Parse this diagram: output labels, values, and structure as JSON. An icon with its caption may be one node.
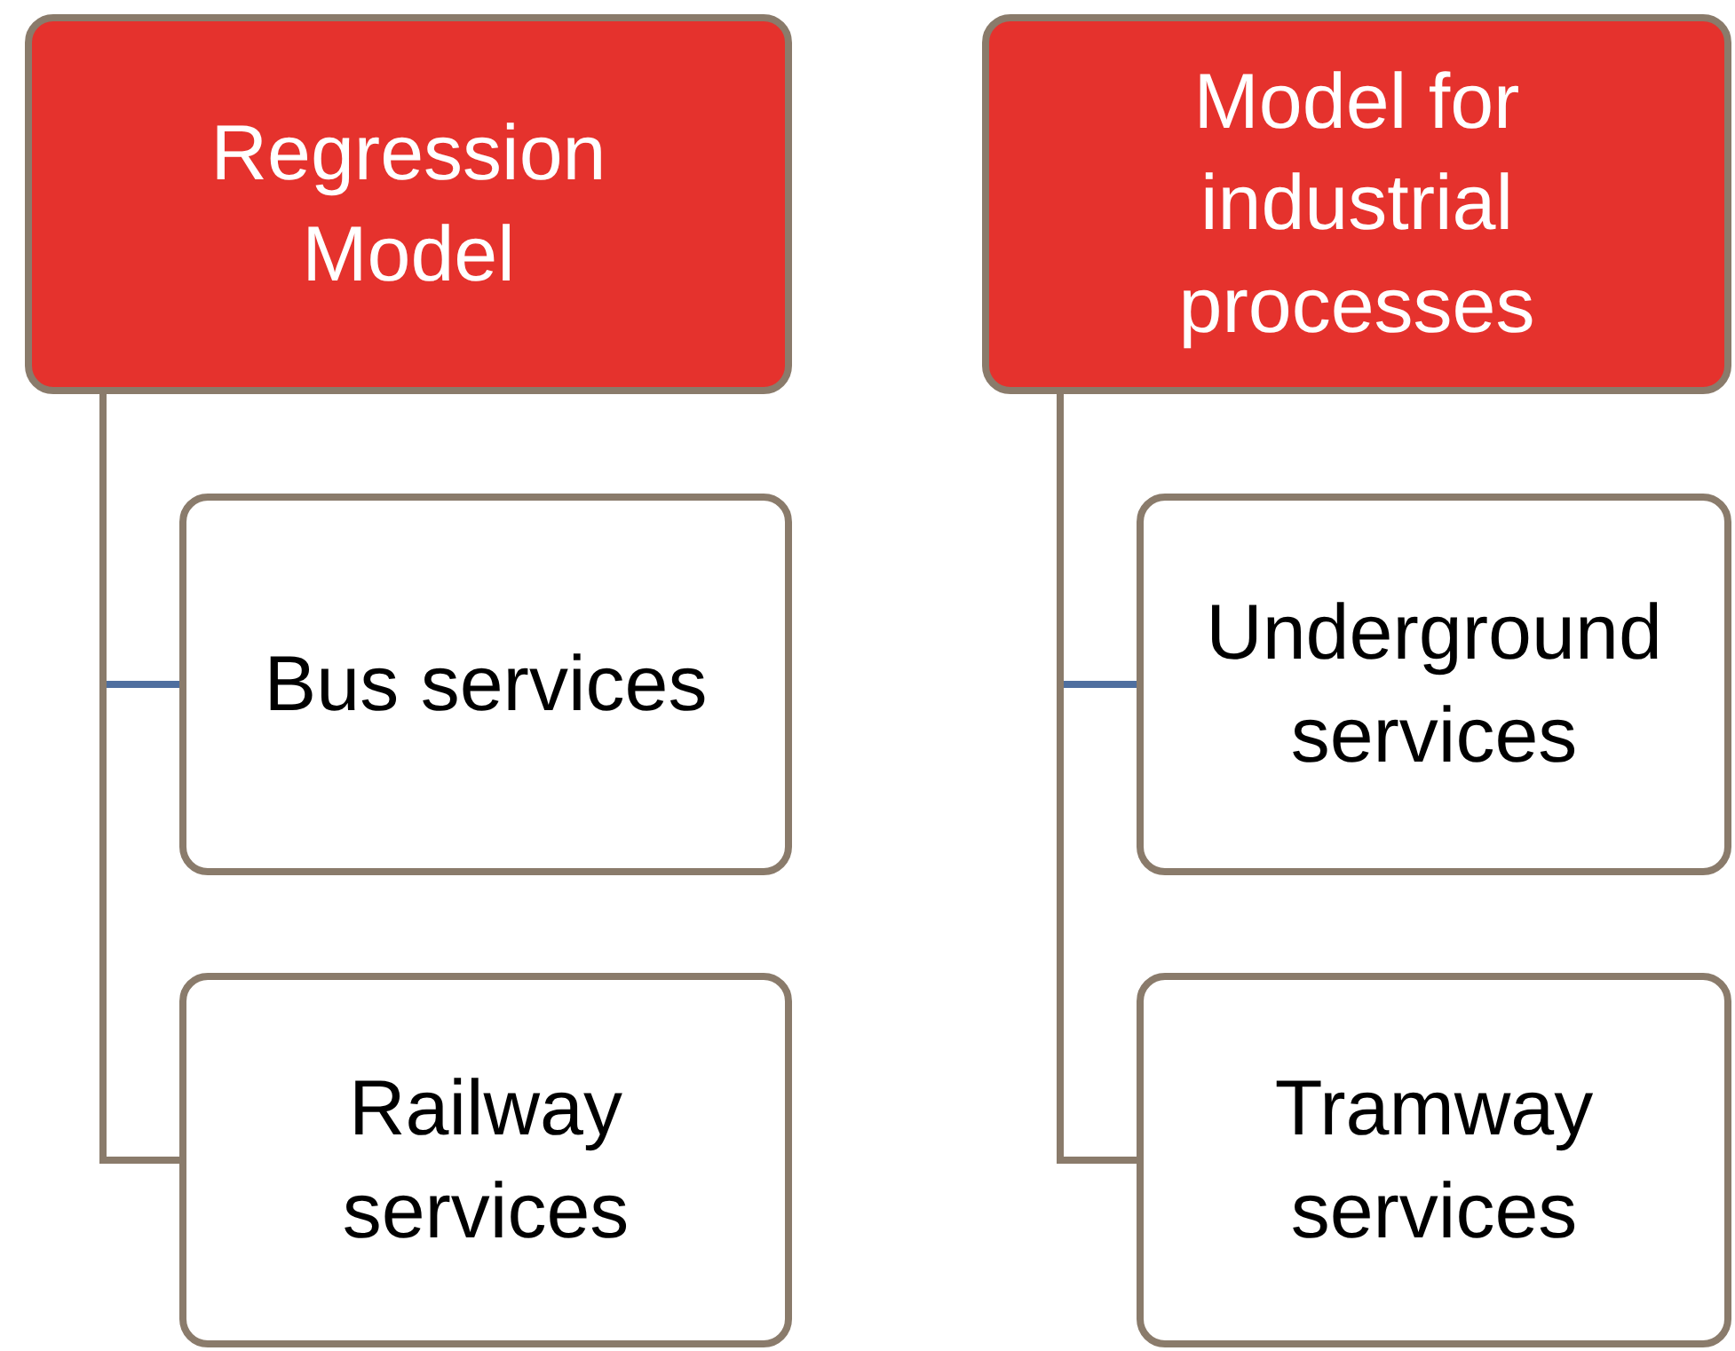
{
  "diagram": {
    "nodes": [
      {
        "text": [
          "Regression Model"
        ]
      },
      {
        "text": [
          "Bus services"
        ]
      },
      {
        "text": [
          "Railway services"
        ]
      },
      {
        "text": [
          "Model for industrial processes"
        ]
      },
      {
        "text": [
          "Underground services"
        ]
      },
      {
        "text": [
          "Tramway services"
        ]
      }
    ],
    "edges": [
      {
        "from": 0,
        "to": 1,
        "arrow": "none",
        "color": "#4f6f9f"
      },
      {
        "from": 0,
        "to": 2,
        "arrow": "none"
      },
      {
        "from": 3,
        "to": 4,
        "arrow": "none",
        "color": "#4f6f9f"
      },
      {
        "from": 3,
        "to": 5,
        "arrow": "none"
      }
    ]
  }
}
